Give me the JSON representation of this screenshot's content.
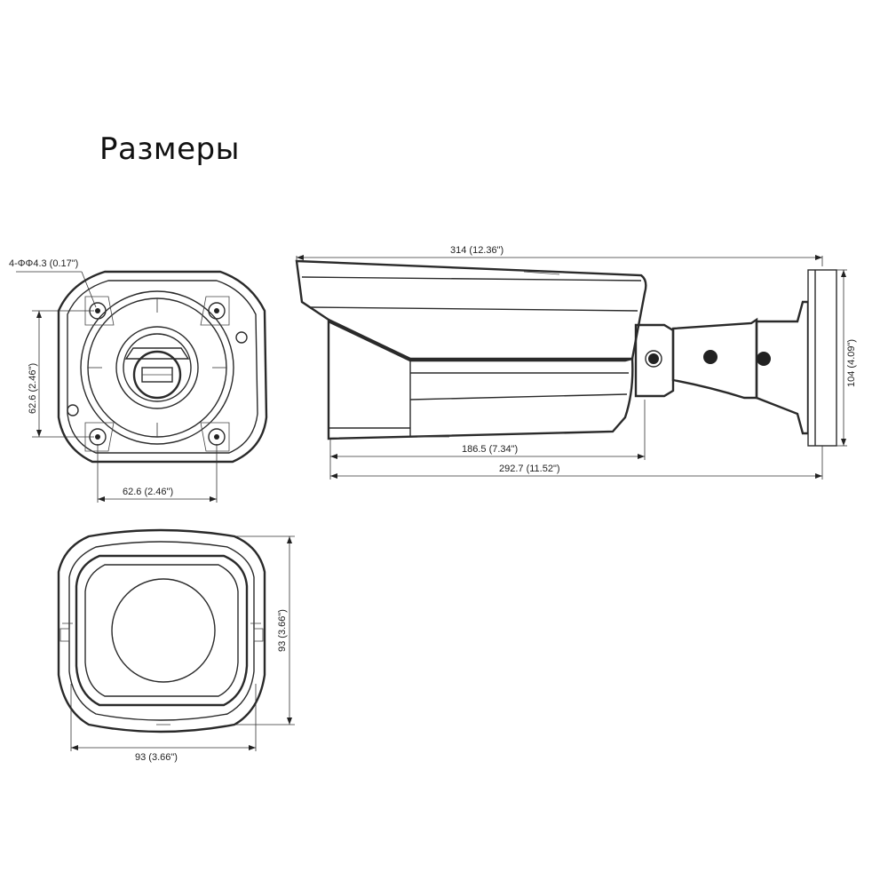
{
  "title": "Размеры",
  "dimensions": {
    "hole_spec": "4-ΦΦ4.3 (0.17\")",
    "base_height": "62.6 (2.46\")",
    "base_width": "62.6 (2.46\")",
    "total_length": "314 (12.36\")",
    "body_length": "186.5 (7.34\")",
    "length_to_mount": "292.7 (11.52\")",
    "mount_height": "104 (4.09\")",
    "front_height": "93 (3.66\")",
    "front_width": "93 (3.66\")"
  }
}
